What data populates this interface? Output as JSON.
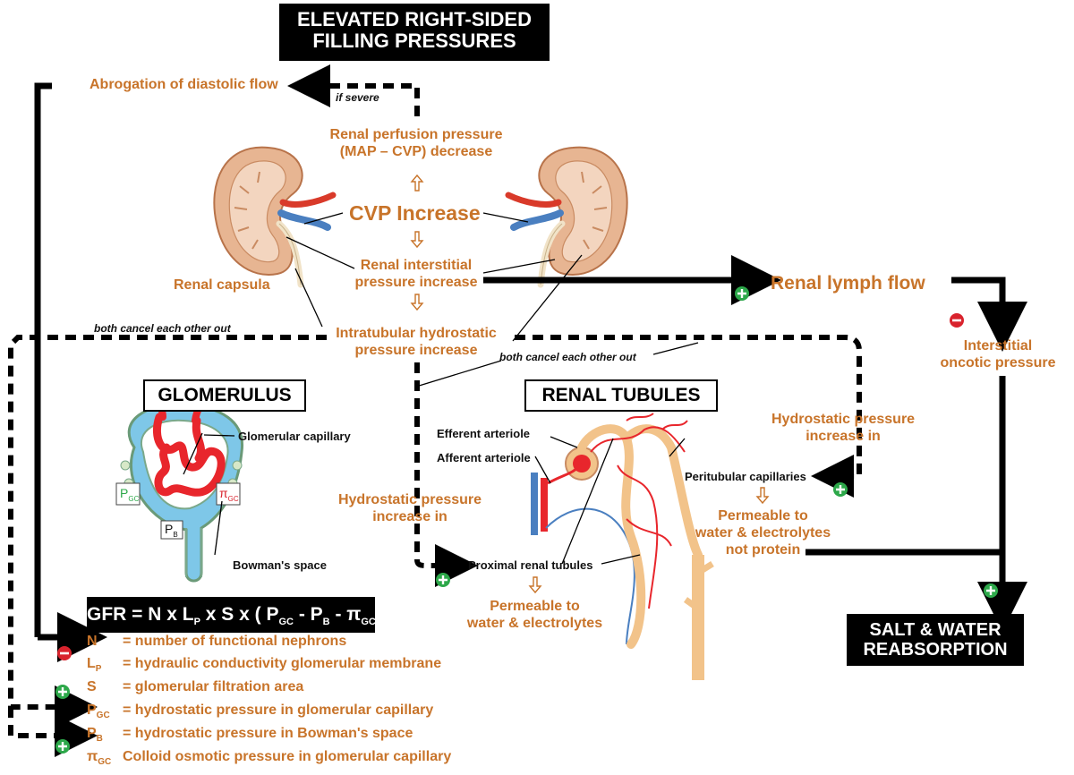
{
  "colors": {
    "accent": "#c8742a",
    "plus": "#2da84a",
    "minus": "#d9232d",
    "line": "#000000"
  },
  "header": {
    "line1": "ELEVATED RIGHT-SIDED",
    "line2": "FILLING PRESSURES"
  },
  "abrogation": "Abrogation of diastolic flow",
  "if_severe": "if severe",
  "perfusion": {
    "line1": "Renal perfusion pressure",
    "line2": "(MAP – CVP) decrease"
  },
  "cvp": "CVP Increase",
  "interstitial_pressure": {
    "line1": "Renal interstitial",
    "line2": "pressure increase"
  },
  "renal_capsula": "Renal capsula",
  "intratubular": {
    "line1": "Intratubular hydrostatic",
    "line2": "pressure increase"
  },
  "cancel_left": "both cancel each other out",
  "cancel_right": "both cancel each other out",
  "lymph_flow": "Renal lymph flow",
  "oncotic": {
    "line1": "Interstitial",
    "line2": "oncotic pressure"
  },
  "glomerulus": {
    "title": "GLOMERULUS",
    "capillary": "Glomerular capillary",
    "bowman": "Bowman's space",
    "p_gc": "P",
    "p_gc_sub": "GC",
    "pi_gc": "π",
    "pi_gc_sub": "GC",
    "p_b": "P",
    "p_b_sub": "B"
  },
  "tubules": {
    "title": "RENAL TUBULES",
    "efferent": "Efferent arteriole",
    "afferent": "Afferent arteriole",
    "peritubular": "Peritubular capillaries",
    "proximal": "Proximal renal tubules"
  },
  "hydro_right": {
    "line1": "Hydrostatic pressure",
    "line2": "increase in"
  },
  "hydro_left": {
    "line1": "Hydrostatic pressure",
    "line2": "increase in"
  },
  "permeable_protein": {
    "line1": "Permeable to",
    "line2": "water & electrolytes",
    "line3": "not protein"
  },
  "permeable_electrolytes": {
    "line1": "Permeable to",
    "line2": "water & electrolytes"
  },
  "salt": {
    "line1": "SALT & WATER",
    "line2": "REABSORPTION"
  },
  "gfr": {
    "a": "GFR = N x L",
    "a_sub": "P",
    "b": " x S x ( P",
    "b_sub": "GC",
    "c": " - P",
    "c_sub": "B",
    "d": " - π",
    "d_sub": "GC",
    "e": " )"
  },
  "legend": [
    {
      "sym": "N",
      "sub": "",
      "desc": "= number of functional nephrons"
    },
    {
      "sym": "L",
      "sub": "P",
      "desc": "= hydraulic conductivity glomerular membrane"
    },
    {
      "sym": "S",
      "sub": "",
      "desc": "= glomerular filtration area"
    },
    {
      "sym": "P",
      "sub": "GC",
      "desc": "= hydrostatic pressure in glomerular capillary"
    },
    {
      "sym": "P",
      "sub": "B",
      "desc": "= hydrostatic pressure in Bowman's space"
    },
    {
      "sym": "π",
      "sub": "GC",
      "desc": "Colloid osmotic pressure in glomerular capillary"
    }
  ]
}
